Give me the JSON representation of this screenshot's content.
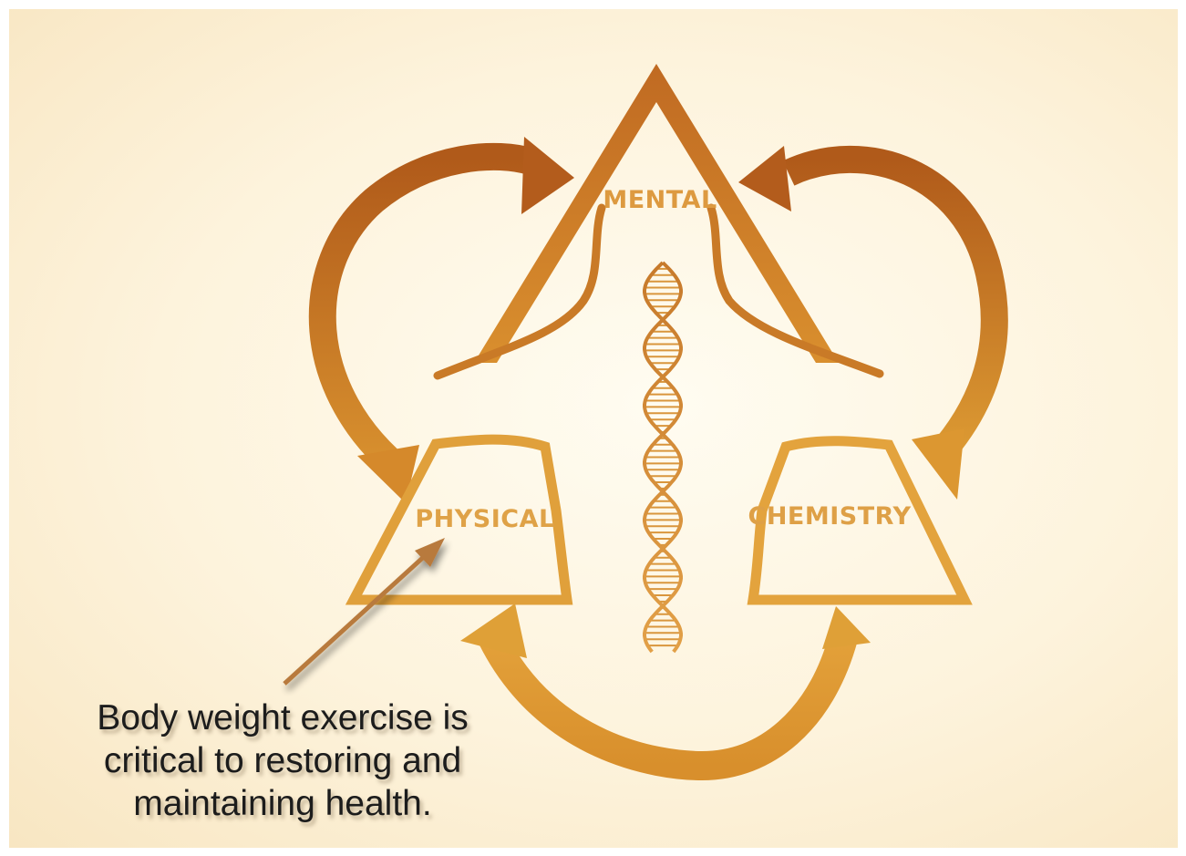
{
  "diagram": {
    "nodes": {
      "mental": {
        "label": "MENTAL"
      },
      "physical": {
        "label": "PHYSICAL"
      },
      "chemistry": {
        "label": "CHEMISTRY"
      }
    },
    "edges": [
      {
        "from": "physical",
        "to": "mental",
        "direction": "clockwise"
      },
      {
        "from": "mental",
        "to": "physical",
        "direction": "counter-clockwise"
      },
      {
        "from": "chemistry",
        "to": "mental",
        "direction": "counter-clockwise"
      },
      {
        "from": "mental",
        "to": "chemistry",
        "direction": "clockwise"
      },
      {
        "from": "physical",
        "to": "chemistry",
        "bidirectional": true
      }
    ],
    "center_icon": "dna-helix-icon"
  },
  "annotation": {
    "lines": [
      "Body weight exercise is",
      "critical to restoring and",
      "maintaining health."
    ],
    "points_to": "physical"
  },
  "colors": {
    "dark_amber": "#b8621f",
    "mid_amber": "#d08a2d",
    "light_amber": "#e6a33a",
    "label_color": "#e0a448",
    "background": "#fdf3dc",
    "caption_text": "#1c1c1c"
  }
}
